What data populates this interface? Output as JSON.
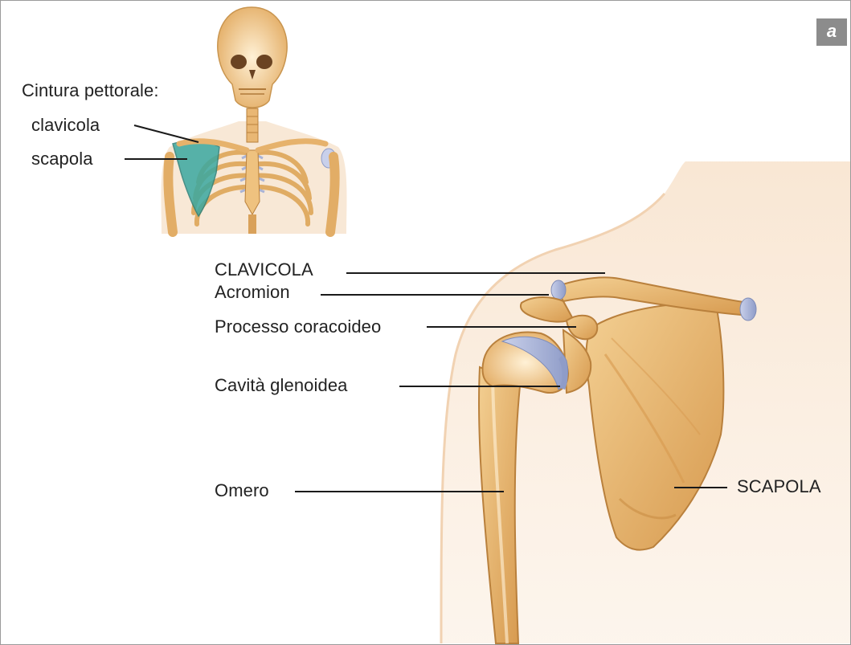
{
  "figure": {
    "panel_letter": "a",
    "overview": {
      "heading": "Cintura pettorale:",
      "labels": [
        "clavicola",
        "scapola"
      ]
    },
    "detail": {
      "labels": [
        "CLAVICOLA",
        "Acromion",
        "Processo coracoideo",
        "Cavità glenoidea",
        "Omero",
        "SCAPOLA"
      ]
    },
    "colors": {
      "bone": "#e8b978",
      "bone_shadow": "#c98d44",
      "cartilage": "#aab4d6",
      "scapula_highlight": "#3aa8a0",
      "skin": "#f8e4cf",
      "leader_line": "#1a1a1a"
    }
  }
}
